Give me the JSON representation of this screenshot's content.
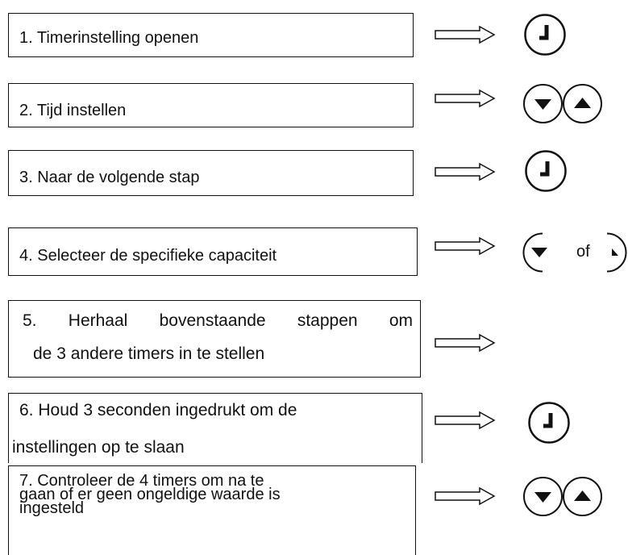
{
  "steps": [
    {
      "number": "1",
      "text": "1. Timerinstelling openen",
      "buttons": [
        "clock-icon"
      ]
    },
    {
      "number": "2",
      "text": "2. Tijd instellen",
      "buttons": [
        "down-arrow-icon",
        "up-arrow-icon"
      ]
    },
    {
      "number": "3",
      "text": "3. Naar de volgende stap",
      "buttons": [
        "clock-icon"
      ]
    },
    {
      "number": "4",
      "text": "4. Selecteer de specifieke capaciteit",
      "buttons": [
        "down-arrow-icon",
        "up-arrow-icon"
      ],
      "connector": "of"
    },
    {
      "number": "5",
      "lines": [
        "5. Herhaal bovenstaande stappen om",
        "de 3 andere timers in te stellen"
      ],
      "buttons": []
    },
    {
      "number": "6",
      "lines": [
        "6. Houd 3 seconden ingedrukt om de",
        "instellingen op te slaan"
      ],
      "buttons": [
        "clock-icon"
      ]
    },
    {
      "number": "7",
      "lines": [
        "7. Controleer de 4 timers om na te",
        "gaan of er geen ongeldige waarde is",
        "ingesteld"
      ],
      "buttons": [
        "down-arrow-icon",
        "up-arrow-icon"
      ]
    }
  ],
  "arrow_icon": "double-line-right-arrow-icon"
}
